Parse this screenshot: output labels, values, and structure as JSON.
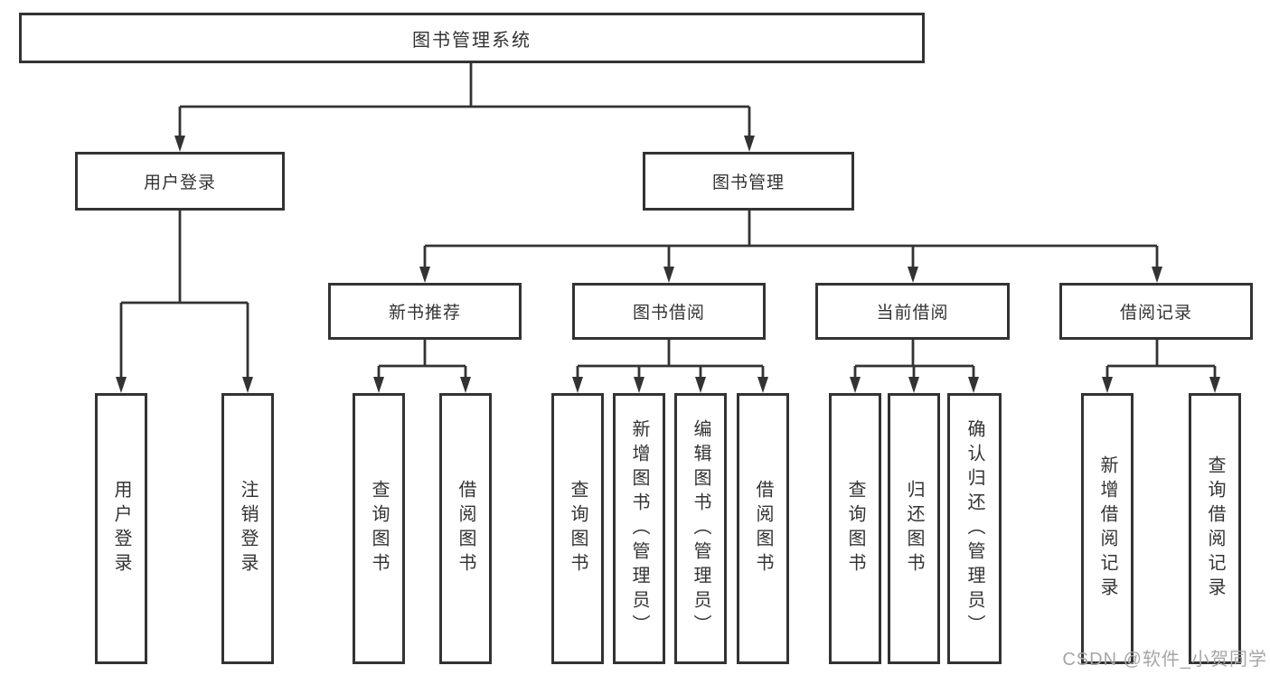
{
  "tree": {
    "label": "图书管理系统",
    "children": [
      {
        "label": "用户登录",
        "children": [
          {
            "label": "用户登录"
          },
          {
            "label": "注销登录"
          }
        ]
      },
      {
        "label": "图书管理",
        "children": [
          {
            "label": "新书推荐",
            "children": [
              {
                "label": "查询图书"
              },
              {
                "label": "借阅图书"
              }
            ]
          },
          {
            "label": "图书借阅",
            "children": [
              {
                "label": "查询图书"
              },
              {
                "label": "新增图书（管理员）"
              },
              {
                "label": "编辑图书（管理员）"
              },
              {
                "label": "借阅图书"
              }
            ]
          },
          {
            "label": "当前借阅",
            "children": [
              {
                "label": "查询图书"
              },
              {
                "label": "归还图书"
              },
              {
                "label": "确认归还（管理员）"
              }
            ]
          },
          {
            "label": "借阅记录",
            "children": [
              {
                "label": "新增借阅记录"
              },
              {
                "label": "查询借阅记录"
              }
            ]
          }
        ]
      }
    ]
  },
  "watermark": {
    "text": "CSDN @软件_小贺同学"
  },
  "colors": {
    "line": "#333333",
    "box_border": "#333333",
    "text": "#333333",
    "watermark_text": "#a6a6a6",
    "background": "#ffffff"
  }
}
